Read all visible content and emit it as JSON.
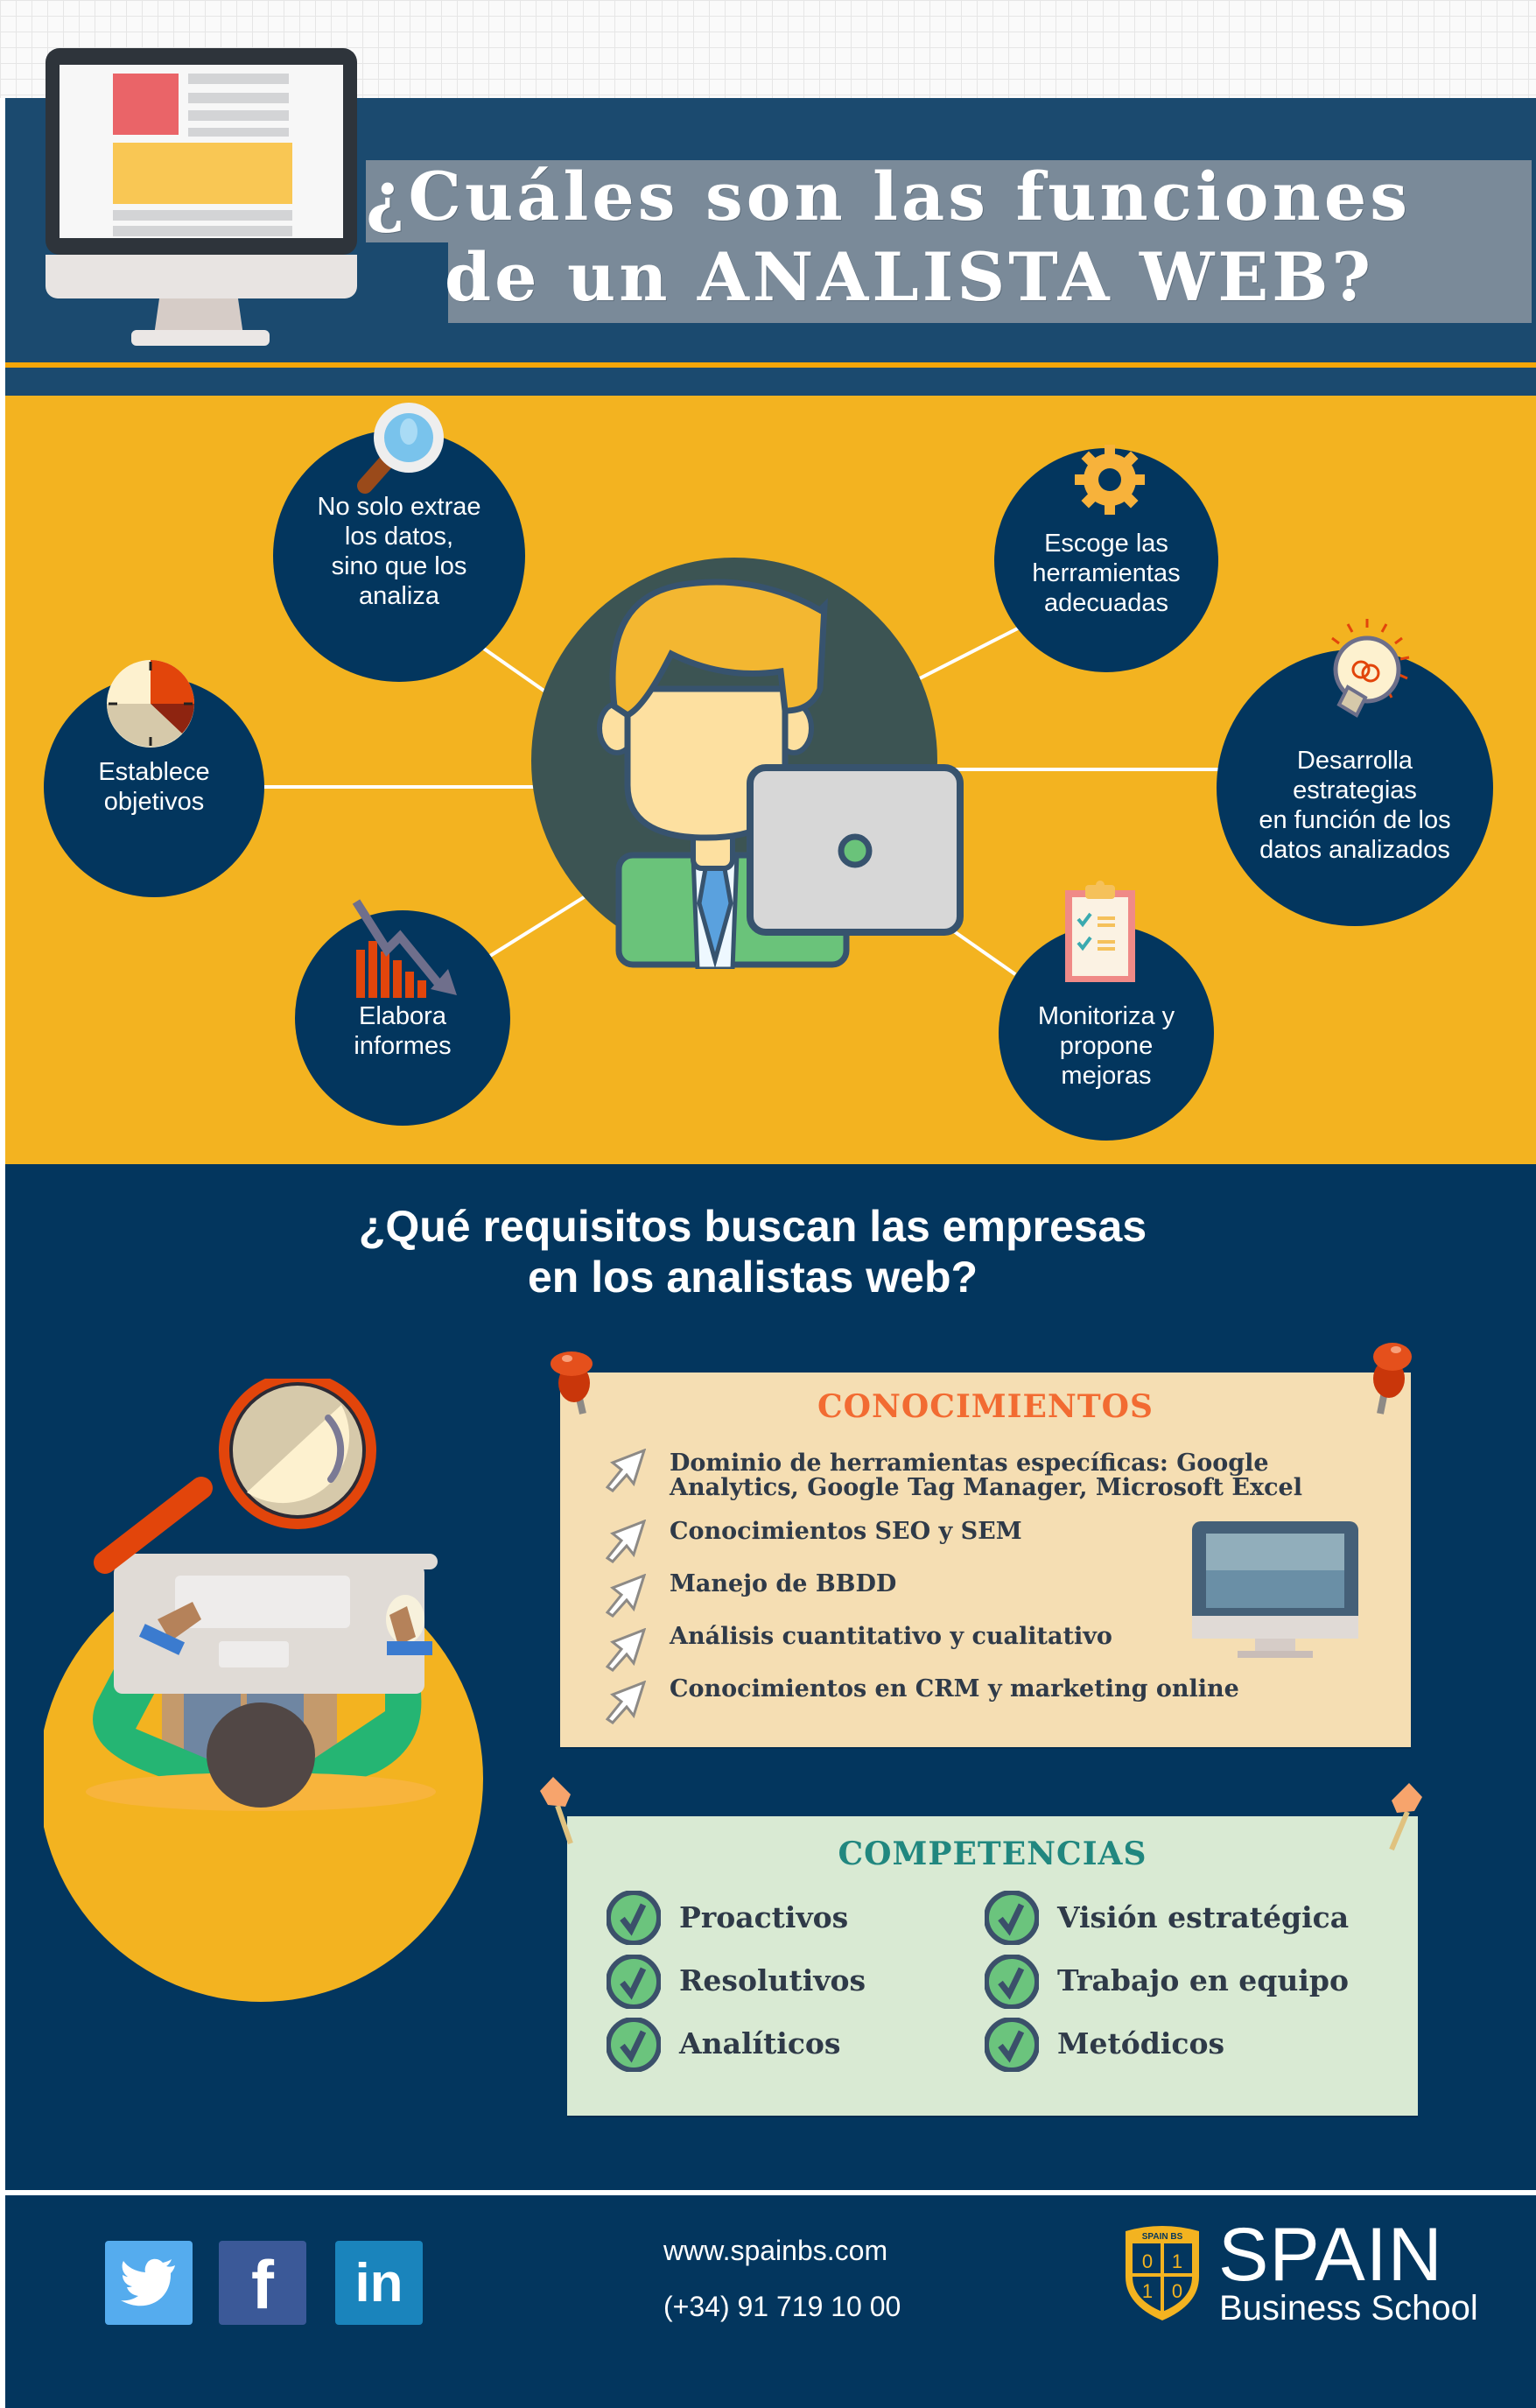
{
  "header": {
    "title_line1": "¿Cuáles son las funciones",
    "title_line2": "de un ANALISTA WEB?"
  },
  "functions": {
    "center_icon": "analyst-at-laptop-icon",
    "items": [
      {
        "label_lines": [
          "No solo extrae",
          "los datos,",
          "sino que los",
          "analiza"
        ],
        "icon": "magnifier-icon"
      },
      {
        "label_lines": [
          "Establece",
          "objetivos"
        ],
        "icon": "clock-icon"
      },
      {
        "label_lines": [
          "Elabora",
          "informes"
        ],
        "icon": "declining-chart-icon"
      },
      {
        "label_lines": [
          "Escoge las",
          "herramientas",
          "adecuadas"
        ],
        "icon": "gear-icon"
      },
      {
        "label_lines": [
          "Desarrolla",
          "estrategias",
          "en función de los",
          "datos analizados"
        ],
        "icon": "lightbulb-icon"
      },
      {
        "label_lines": [
          "Monitoriza y",
          "propone",
          "mejoras"
        ],
        "icon": "clipboard-checklist-icon"
      }
    ]
  },
  "requirements": {
    "title_line1": "¿Qué requisitos buscan las empresas",
    "title_line2": "en los analistas web?",
    "conocimientos": {
      "title": "CONOCIMIENTOS",
      "title_color": "#f26b32",
      "items": [
        [
          "Dominio de herramientas específicas: Google",
          "Analytics, Google Tag Manager, Microsoft Excel"
        ],
        [
          "Conocimientos SEO y SEM"
        ],
        [
          "Manejo de BBDD"
        ],
        [
          "Análisis cuantitativo y cualitativo"
        ],
        [
          "Conocimientos en CRM y marketing online"
        ]
      ]
    },
    "competencias": {
      "title": "COMPETENCIAS",
      "title_color": "#21877f",
      "left": [
        "Proactivos",
        "Resolutivos",
        "Analíticos"
      ],
      "right": [
        "Visión estratégica",
        "Trabajo en equipo",
        "Metódicos"
      ]
    }
  },
  "footer": {
    "social": [
      {
        "name": "twitter",
        "glyph": "🐦",
        "color": "#55acee"
      },
      {
        "name": "facebook",
        "glyph": "f",
        "color": "#3b5998"
      },
      {
        "name": "linkedin",
        "glyph": "in",
        "color": "#1a84bc"
      }
    ],
    "website": "www.spainbs.com",
    "phone": "(+34) 91 719 10 00",
    "logo_badge": "SPAIN BS",
    "logo_digits": [
      "0",
      "1",
      "1",
      "0"
    ],
    "logo_name": "SPAIN",
    "logo_sub": "Business School"
  },
  "colors": {
    "navy": "#03365e",
    "header_blue": "#1b4a6f",
    "yellow": "#f3b320",
    "stripe": "#f4a609"
  }
}
